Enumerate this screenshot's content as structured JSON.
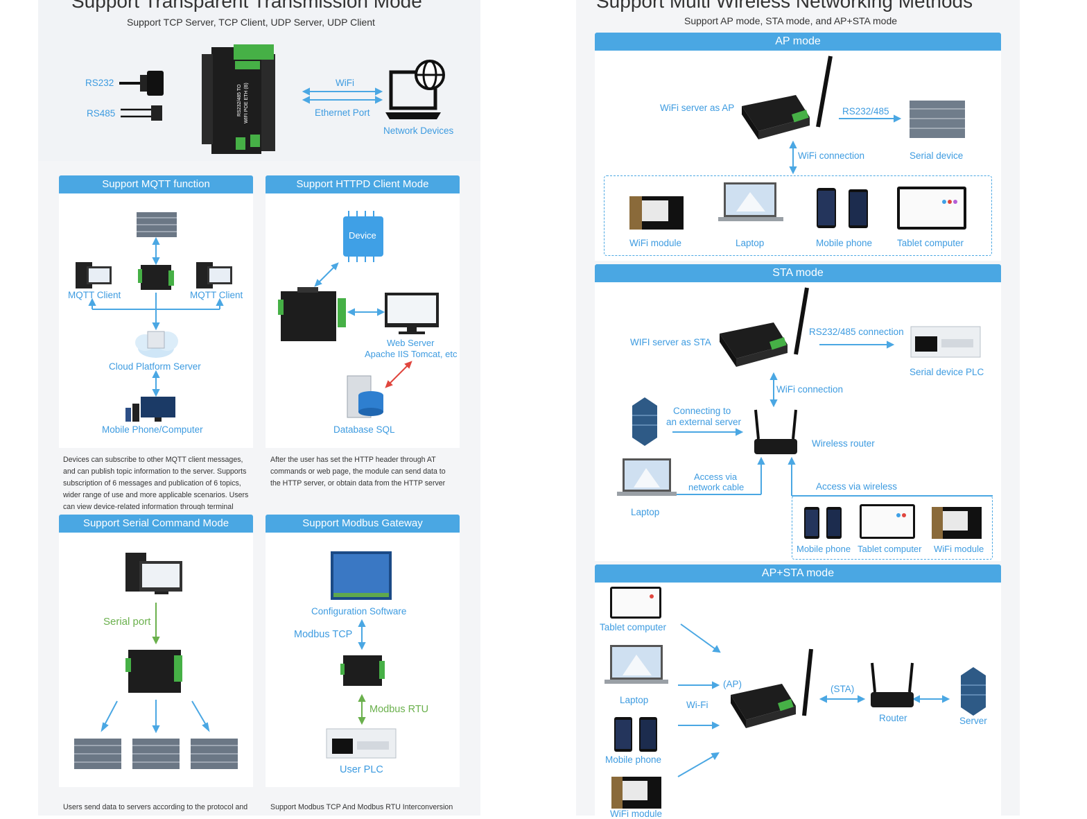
{
  "left": {
    "title": "Support Transparent Transmission Mode",
    "subtitle": "Support TCP Server, TCP Client, UDP Server, UDP Client",
    "top_labels": {
      "rs232": "RS232",
      "rs485": "RS485",
      "wifi": "WiFi",
      "ethernet": "Ethernet Port",
      "network": "Network Devices"
    },
    "mqtt": {
      "header": "Support MQTT function",
      "client_left": "MQTT Client",
      "client_right": "MQTT Client",
      "cloud": "Cloud Platform Server",
      "mobile": "Mobile Phone/Computer",
      "desc": "Devices can subscribe to other MQTT client messages, and can publish topic information to the server. Supports subscription of 6 messages and publication of 6 topics, wider range of use and more applicable scenarios. Users can view device-related information through terminal"
    },
    "httpd": {
      "header": "Support HTTPD Client Mode",
      "device": "Device",
      "web1": "Web Server",
      "web2": "Apache IIS Tomcat, etc",
      "db": "Database SQL",
      "desc": "After the user has set the HTTP header through AT commands or web page, the module can send data to the HTTP server, or obtain data from the HTTP server"
    },
    "serial": {
      "header": "Support Serial Command Mode",
      "port": "Serial port",
      "desc": "Users send data to servers according to the protocol and"
    },
    "modbus": {
      "header": "Support Modbus Gateway",
      "config": "Configuration Software",
      "tcp": "Modbus TCP",
      "rtu": "Modbus RTU",
      "plc": "User PLC",
      "desc": "Support Modbus TCP And Modbus RTU Interconversion"
    },
    "device_text": {
      "model": "RS232/485 TO",
      "model2": "WIFI POE ETH (B)"
    }
  },
  "right": {
    "title": "Support Multi Wireless Networking Methods",
    "subtitle": "Support AP mode, STA mode, and AP+STA mode",
    "ap": {
      "header": "AP mode",
      "server": "WiFi server as AP",
      "rs": "RS232/485",
      "serial": "Serial device",
      "conn": "WiFi connection",
      "devices": [
        "WiFi module",
        "Laptop",
        "Mobile phone",
        "Tablet computer"
      ]
    },
    "sta": {
      "header": "STA mode",
      "server": "WIFI server as STA",
      "rs": "RS232/485 connection",
      "plc": "Serial device PLC",
      "conn": "WiFi connection",
      "ext1": "Connecting to",
      "ext2": "an external server",
      "router": "Wireless router",
      "cable1": "Access via",
      "cable2": "network cable",
      "laptop": "Laptop",
      "wireless": "Access via wireless",
      "devices": [
        "Mobile phone",
        "Tablet computer",
        "WiFi module"
      ]
    },
    "apsta": {
      "header": "AP+STA mode",
      "tablet": "Tablet computer",
      "laptop": "Laptop",
      "mobile": "Mobile phone",
      "wifi_module": "WiFi module",
      "wifi": "Wi-Fi",
      "ap": "(AP)",
      "sta": "(STA)",
      "router": "Router",
      "server": "Server"
    }
  },
  "colors": {
    "accent": "#4aa7e3",
    "green": "#6ab04c",
    "red": "#e0463e",
    "panel": "#f1f3f6"
  }
}
